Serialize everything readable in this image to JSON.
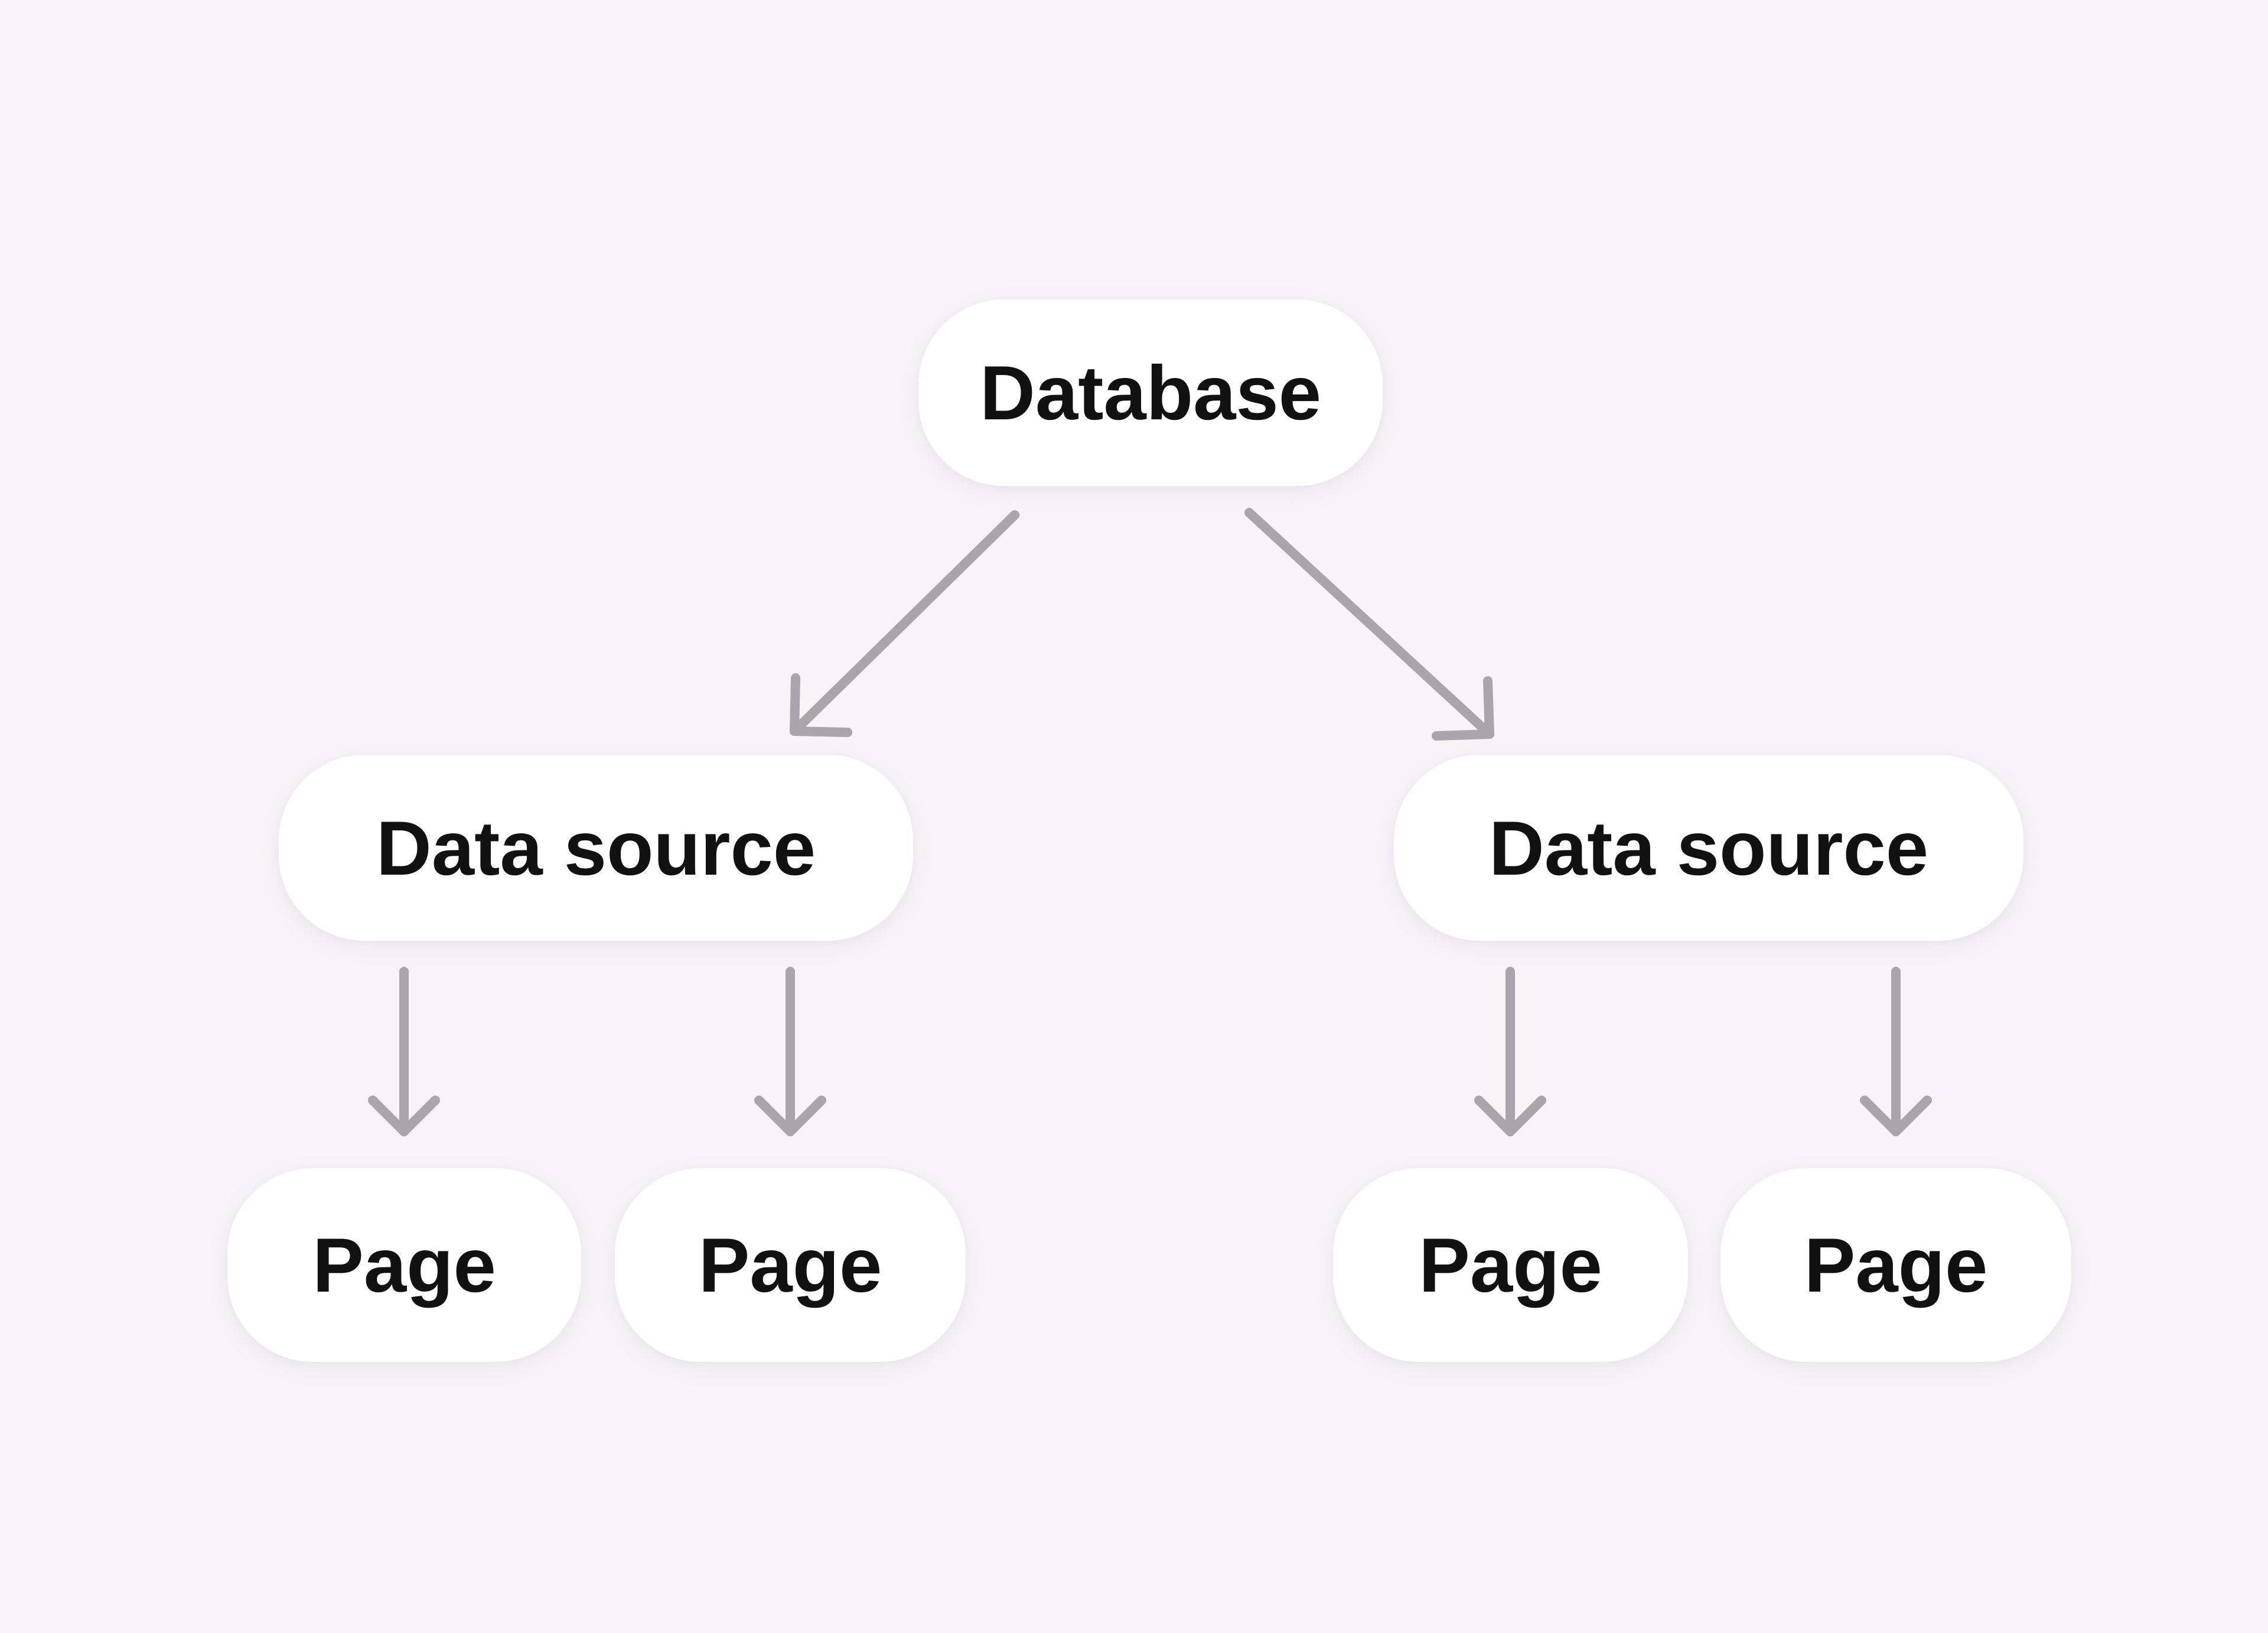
{
  "colors": {
    "background": "#F6F4F7",
    "node_fill": "#FFFFFF",
    "node_text": "#111111",
    "arrow": "#A8A6AA"
  },
  "nodes": {
    "database": {
      "label": "Database"
    },
    "data_source_left": {
      "label": "Data source"
    },
    "data_source_right": {
      "label": "Data source"
    },
    "page_1": {
      "label": "Page"
    },
    "page_2": {
      "label": "Page"
    },
    "page_3": {
      "label": "Page"
    },
    "page_4": {
      "label": "Page"
    }
  },
  "edges": [
    {
      "from": "database",
      "to": "data_source_left"
    },
    {
      "from": "database",
      "to": "data_source_right"
    },
    {
      "from": "data_source_left",
      "to": "page_1"
    },
    {
      "from": "data_source_left",
      "to": "page_2"
    },
    {
      "from": "data_source_right",
      "to": "page_3"
    },
    {
      "from": "data_source_right",
      "to": "page_4"
    }
  ]
}
